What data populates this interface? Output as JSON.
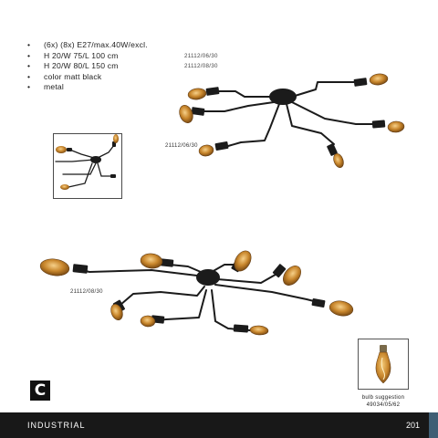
{
  "specs": [
    {
      "text": "(6x) (8x) E27/max.40W/excl.",
      "code": ""
    },
    {
      "text": "H 20/W 75/L 100 cm",
      "code": "21112/06/30"
    },
    {
      "text": "H 20/W 80/L 150 cm",
      "code": "21112/08/30"
    },
    {
      "text": "color matt black",
      "code": ""
    },
    {
      "text": "metal",
      "code": ""
    }
  ],
  "bullet_glyph": "•",
  "product_top_label": "21112/06/30",
  "product_bottom_label": "21112/08/30",
  "bulb_suggestion": {
    "line1": "bulb suggestion",
    "line2": "49034/05/62"
  },
  "brand_logo_letter": "C",
  "footer": {
    "section": "INDUSTRIAL",
    "page": "201"
  },
  "colors": {
    "footer_bg": "#181818",
    "footer_accent": "#3f5e74",
    "fixture": "#1b1b1b",
    "bulb_amber": "#c8862c"
  }
}
